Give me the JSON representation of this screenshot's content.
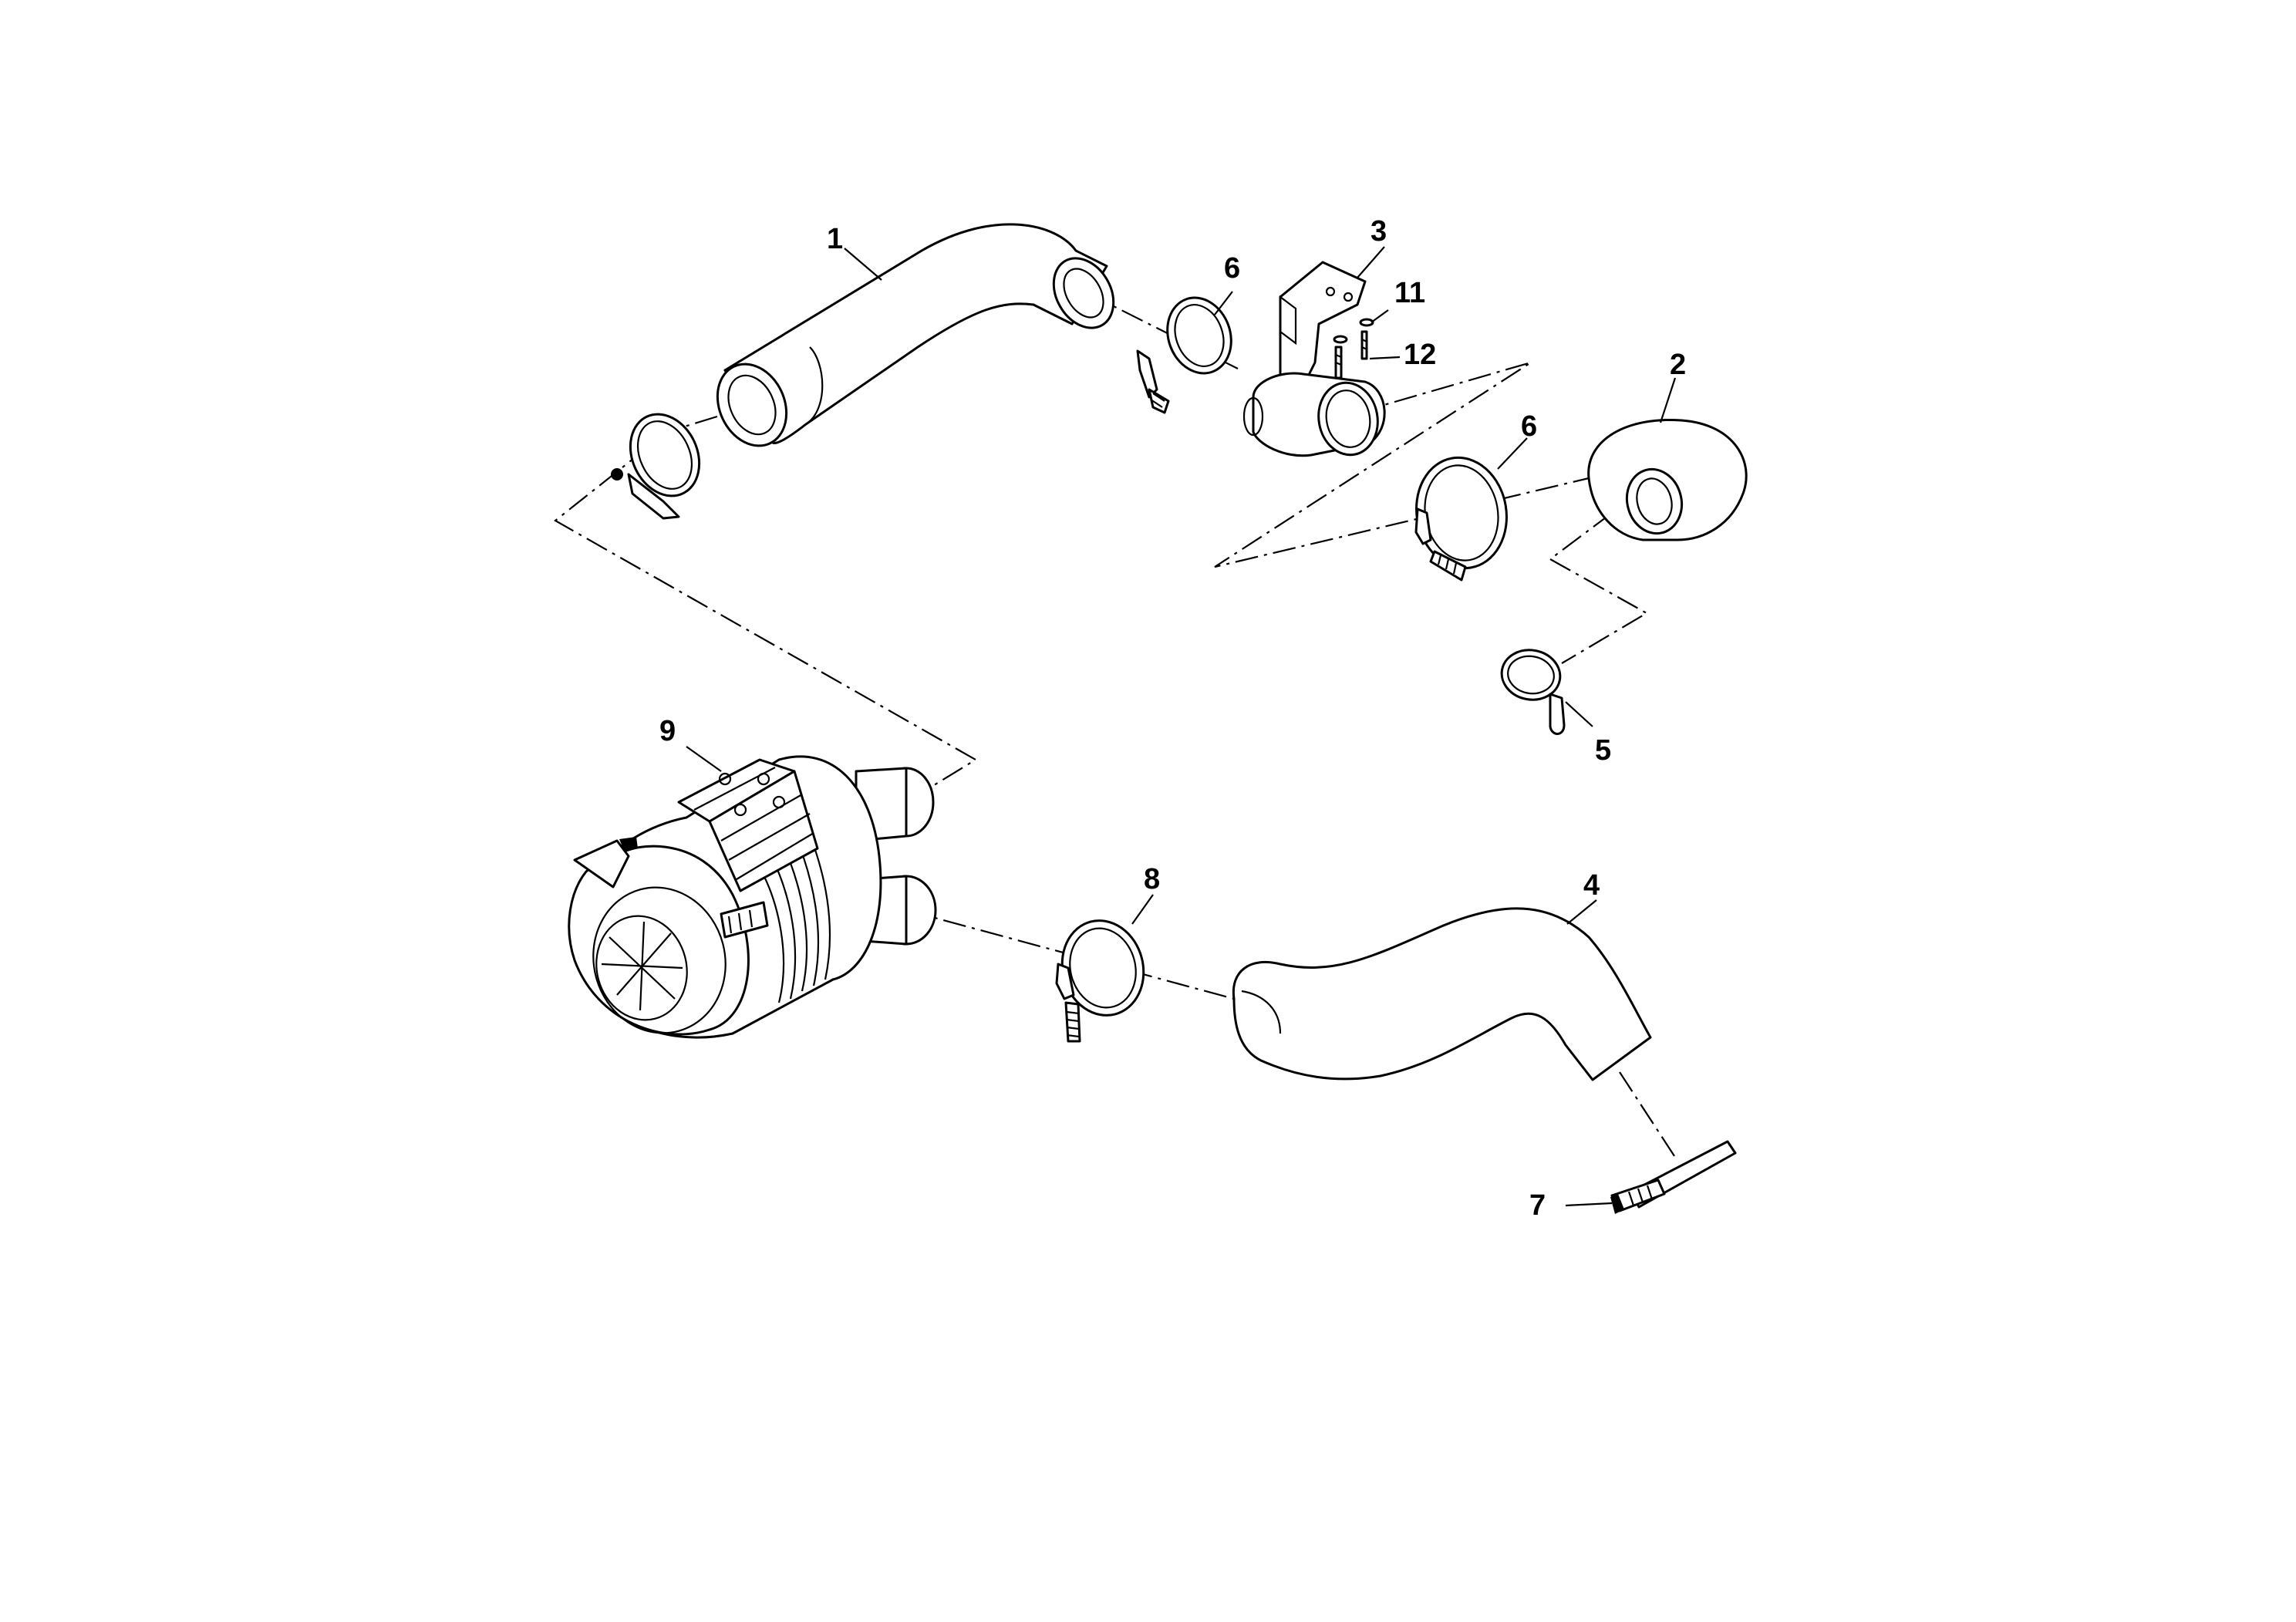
{
  "callouts": {
    "c1": "1",
    "c2": "2",
    "c3": "3",
    "c4": "4",
    "c5": "5",
    "c6a": "6",
    "c6b": "6",
    "c7": "7",
    "c8": "8",
    "c9": "9",
    "c11": "11",
    "c12": "12"
  },
  "colors": {
    "line": "#000000",
    "background": "#ffffff"
  }
}
